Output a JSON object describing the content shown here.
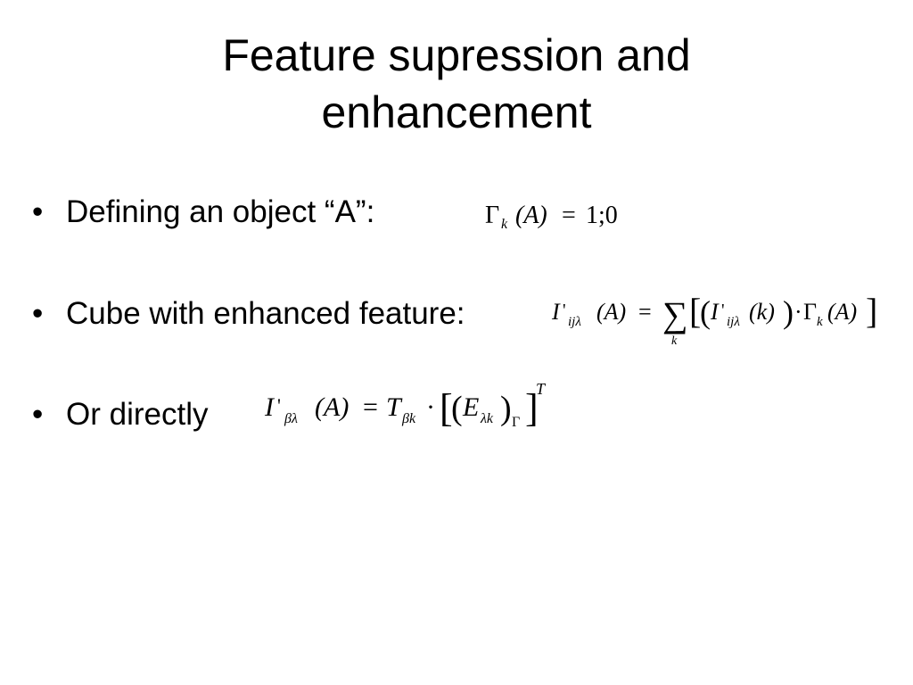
{
  "slide": {
    "title_line1": "Feature supression and",
    "title_line2": "enhancement",
    "bullets": [
      {
        "marker": "•",
        "text": "Defining an object “A”:"
      },
      {
        "marker": "•",
        "text": "Cube with enhanced feature:"
      },
      {
        "marker": "•",
        "text": "Or directly"
      }
    ],
    "formulas": {
      "f1": {
        "gamma": "Γ",
        "k": "k",
        "argA": "(A)",
        "eq": "=",
        "rhs": "1;0"
      },
      "f2": {
        "I": "I",
        "prime": "'",
        "sub": "ijλ",
        "argA": "(A)",
        "eq": "=",
        "sum": "∑",
        "k_under": "k",
        "lbr": "[",
        "lp": "(",
        "I2": "I",
        "prime2": "'",
        "sub2": "ijλ",
        "argk": "(k)",
        "rp": ")",
        "dot": "·",
        "gamma": "Γ",
        "k": "k",
        "argA2": "(A)",
        "rbr": "]"
      },
      "f3": {
        "I": "I",
        "prime": "'",
        "sub": "βλ",
        "argA": "(A)",
        "eq": "=",
        "T": "T",
        "subT": "βk",
        "dot": "·",
        "lbr": "[",
        "lp": "(",
        "E": "E",
        "subE": "λk",
        "rp": ")",
        "subGamma": "Γ",
        "rbr": "]",
        "supT": "T"
      }
    }
  }
}
